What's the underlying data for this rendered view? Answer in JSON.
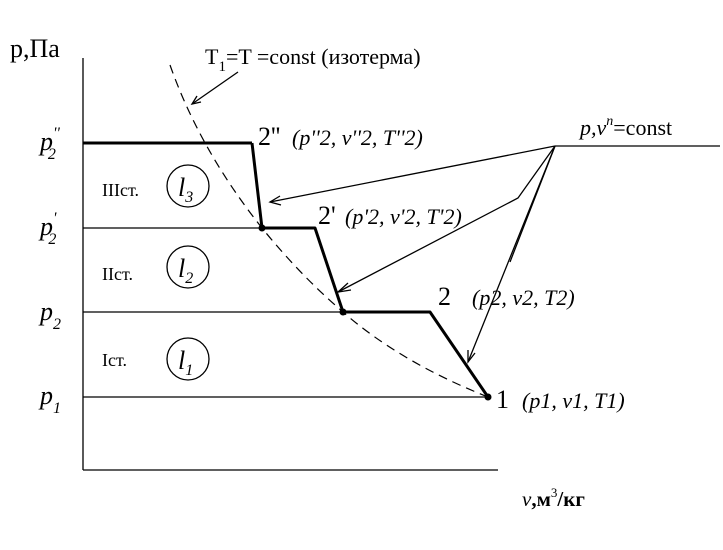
{
  "axes": {
    "y_label": "p,Па",
    "x_label_v": "v",
    "x_label_m": ",м",
    "x_label_exp": "3",
    "x_label_unit": "/кг"
  },
  "pressure_labels": {
    "p2pp": {
      "base": "p",
      "sub": "2",
      "sup": "''"
    },
    "p2p": {
      "base": "p",
      "sub": "2",
      "sup": "'"
    },
    "p2": {
      "base": "p",
      "sub": "2"
    },
    "p1": {
      "base": "p",
      "sub": "1"
    }
  },
  "isotherm": {
    "label_a": "T",
    "label_sub": "1",
    "label_b": "=T =const  (изотерма)"
  },
  "polytrope": {
    "label_a": "p,v",
    "label_sup": "n",
    "label_b": "=const"
  },
  "stages": [
    {
      "name": "IIIст.",
      "work_base": "l",
      "work_sub": "3"
    },
    {
      "name": "IIст.",
      "work_base": "l",
      "work_sub": "2"
    },
    {
      "name": "Iст.",
      "work_base": "l",
      "work_sub": "1"
    }
  ],
  "points": {
    "pt2pp": {
      "id": "2''",
      "state": "(p''2, v''2, T''2)"
    },
    "pt2p": {
      "id": "2'",
      "state": "(p'2, v'2, T'2)"
    },
    "pt2": {
      "id": "2",
      "state": "(p2, v2, T2)"
    },
    "pt1": {
      "id": "1",
      "state": "(p1, v1, T1)"
    }
  }
}
